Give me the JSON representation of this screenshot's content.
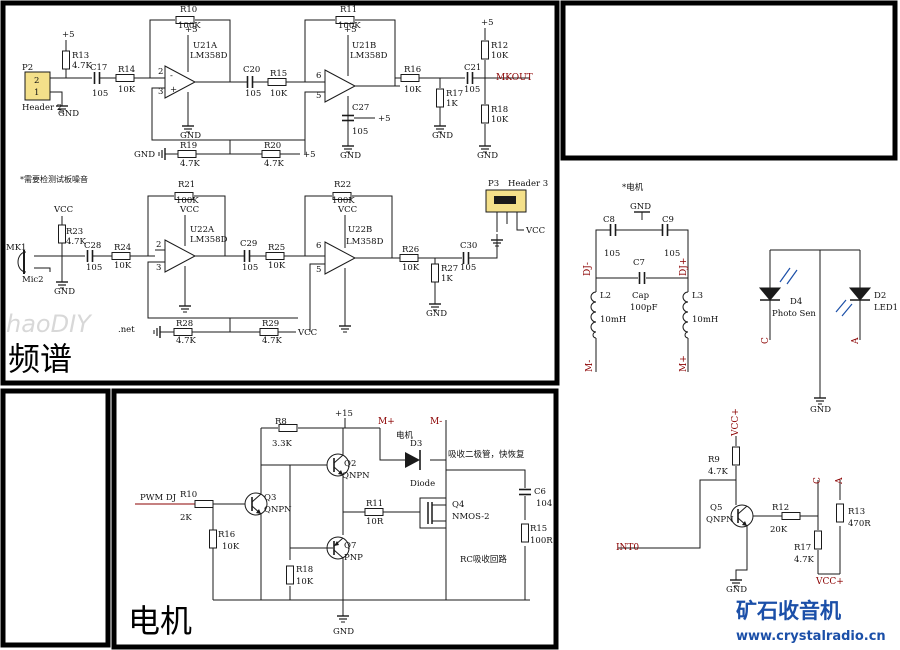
{
  "sections": {
    "spectrum_title": "频谱",
    "motor_title": "电机",
    "motor_label_small": "*电机",
    "mic_note": "*需要检测试板噪音"
  },
  "watermarks": {
    "haodiy": "haoDIY",
    "haodiy_net": ".net",
    "brand": "矿石收音机",
    "url": "www.crystalradio.cn"
  },
  "rail_labels": {
    "plus5": "+5",
    "plus15": "+15",
    "vcc": "VCC",
    "vcc_plus": "VCC+",
    "gnd": "GND"
  },
  "connectors": {
    "p2_ref": "P2",
    "p2_name": "Header 2",
    "p3_ref": "P3",
    "p3_name": "Header 3",
    "mk1_ref": "MK1",
    "mk1_name": "Mic2",
    "mkout": "MKOUT",
    "pwm": "PWM DJ",
    "int0": "INT0"
  },
  "top_amp": {
    "R13": [
      "R13",
      "4.7K"
    ],
    "C17": [
      "C17",
      "105"
    ],
    "R14": [
      "R14",
      "10K"
    ],
    "R10": [
      "R10",
      "100K"
    ],
    "U21A": [
      "U21A",
      "LM358D"
    ],
    "C20": [
      "C20",
      "105"
    ],
    "R15": [
      "R15",
      "10K"
    ],
    "R11": [
      "R11",
      "100K"
    ],
    "U21B": [
      "U21B",
      "LM358D"
    ],
    "R16": [
      "R16",
      "10K"
    ],
    "C21": [
      "C21",
      "105"
    ],
    "R12": [
      "R12",
      "10K"
    ],
    "R18": [
      "R18",
      "10K"
    ],
    "R17": [
      "R17",
      "1K"
    ],
    "C27": [
      "C27",
      "105"
    ],
    "R19": [
      "R19",
      "4.7K"
    ],
    "R20": [
      "R20",
      "4.7K"
    ]
  },
  "mic_amp": {
    "R23": [
      "R23",
      "4.7K"
    ],
    "C28": [
      "C28",
      "105"
    ],
    "R24": [
      "R24",
      "10K"
    ],
    "R21": [
      "R21",
      "100K"
    ],
    "U22A": [
      "U22A",
      "LM358D"
    ],
    "C29": [
      "C29",
      "105"
    ],
    "R25": [
      "R25",
      "10K"
    ],
    "R22": [
      "R22",
      "100K"
    ],
    "U22B": [
      "U22B",
      "LM358D"
    ],
    "R26": [
      "R26",
      "10K"
    ],
    "C30": [
      "C30",
      "105"
    ],
    "R27": [
      "R27",
      "1K"
    ],
    "R28": [
      "R28",
      "4.7K"
    ],
    "R29": [
      "R29",
      "4.7K"
    ]
  },
  "filter": {
    "C8": [
      "C8",
      "105"
    ],
    "C9": [
      "C9",
      "105"
    ],
    "C7": [
      "C7",
      "Cap",
      "100pF"
    ],
    "L2": [
      "L2",
      "10mH"
    ],
    "L3": [
      "L3",
      "10mH"
    ],
    "DJm": "DJ-",
    "DJp": "DJ+",
    "Mm": "M-",
    "Mp": "M+"
  },
  "leds": {
    "D4": [
      "D4",
      "Photo Sen"
    ],
    "D2": [
      "D2",
      "LED1"
    ],
    "C": "C",
    "A": "A"
  },
  "driver": {
    "R8": [
      "R8",
      "3.3K"
    ],
    "R10": [
      "R10",
      "2K"
    ],
    "R16": [
      "R16",
      "10K"
    ],
    "Q3": [
      "Q3",
      "QNPN"
    ],
    "Q2": [
      "Q2",
      "QNPN"
    ],
    "Q7": [
      "Q7",
      "PNP"
    ],
    "R18": [
      "R18",
      "10K"
    ],
    "R11": [
      "R11",
      "10R"
    ],
    "Q4": [
      "Q4",
      "NMOS-2"
    ],
    "D3": [
      "D3",
      "Diode"
    ],
    "C6": [
      "C6",
      "104"
    ],
    "R15": [
      "R15",
      "100R"
    ],
    "mplus": "M+",
    "mminus": "M-",
    "motor": "电机",
    "note_diode": "吸收二极管，快恢复",
    "note_rc": "RC吸收回路"
  },
  "sensor": {
    "R9": [
      "R9",
      "4.7K"
    ],
    "Q5": [
      "Q5",
      "QNPN"
    ],
    "R12": [
      "R12",
      "20K"
    ],
    "R17": [
      "R17",
      "4.7K"
    ],
    "R13": [
      "R13",
      "470R"
    ],
    "C": "C",
    "A": "A"
  }
}
